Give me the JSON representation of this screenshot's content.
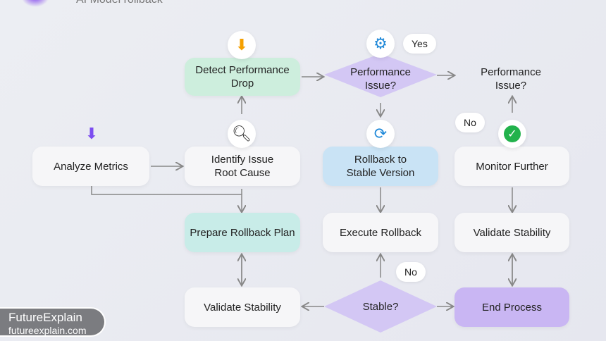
{
  "header": {
    "title": "AI Model rollback"
  },
  "nodes": {
    "detect": "Detect Performance Drop",
    "issue_diamond": "Performance Issue?",
    "issue_text": "Performance Issue?",
    "analyze": "Analyze Metrics",
    "identify": "Identify Issue Root Cause",
    "rollback_stable": "Rollback to Stable Version",
    "monitor": "Monitor Further",
    "prepare": "Prepare Rollback Plan",
    "execute": "Execute Rollback",
    "validate_right": "Validate Stability",
    "validate_left": "Validate Stability",
    "stable": "Stable?",
    "end": "End Process"
  },
  "labels": {
    "yes": "Yes",
    "no_top": "No",
    "no_bottom": "No"
  },
  "icons": [
    "arrow-down-orange",
    "gear",
    "magnifier",
    "refresh",
    "check",
    "arrow-down-purple"
  ],
  "brand": {
    "name": "FutureExplain",
    "url": "futureexplain.com"
  }
}
